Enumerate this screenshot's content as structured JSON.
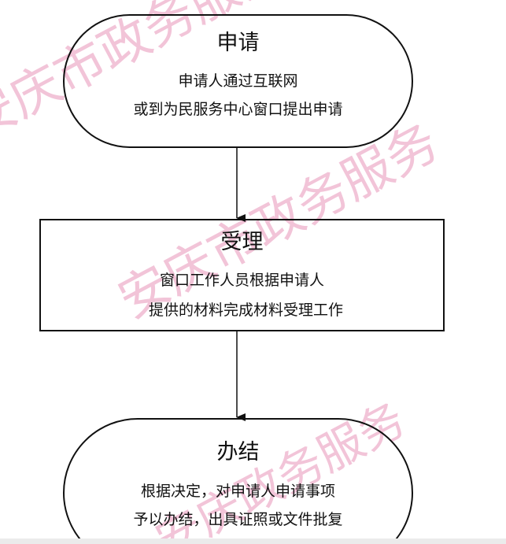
{
  "watermark": {
    "text_1": "安庆市政务服务",
    "text_2": "安庆市政务服务",
    "text_3": "安庆政务服务"
  },
  "flow": {
    "steps": [
      {
        "title": "申请",
        "lines": [
          "申请人通过互联网",
          "或到为民服务中心窗口提出申请"
        ]
      },
      {
        "title": "受理",
        "lines": [
          "窗口工作人员根据申请人",
          "提供的材料完成材料受理工作"
        ]
      },
      {
        "title": "办结",
        "lines": [
          "根据决定，对申请人申请事项",
          "予以办结，出具证照或文件批复"
        ]
      }
    ]
  },
  "colors": {
    "stroke": "#111111",
    "watermark": "#f2c4d8",
    "background": "#ffffff"
  }
}
